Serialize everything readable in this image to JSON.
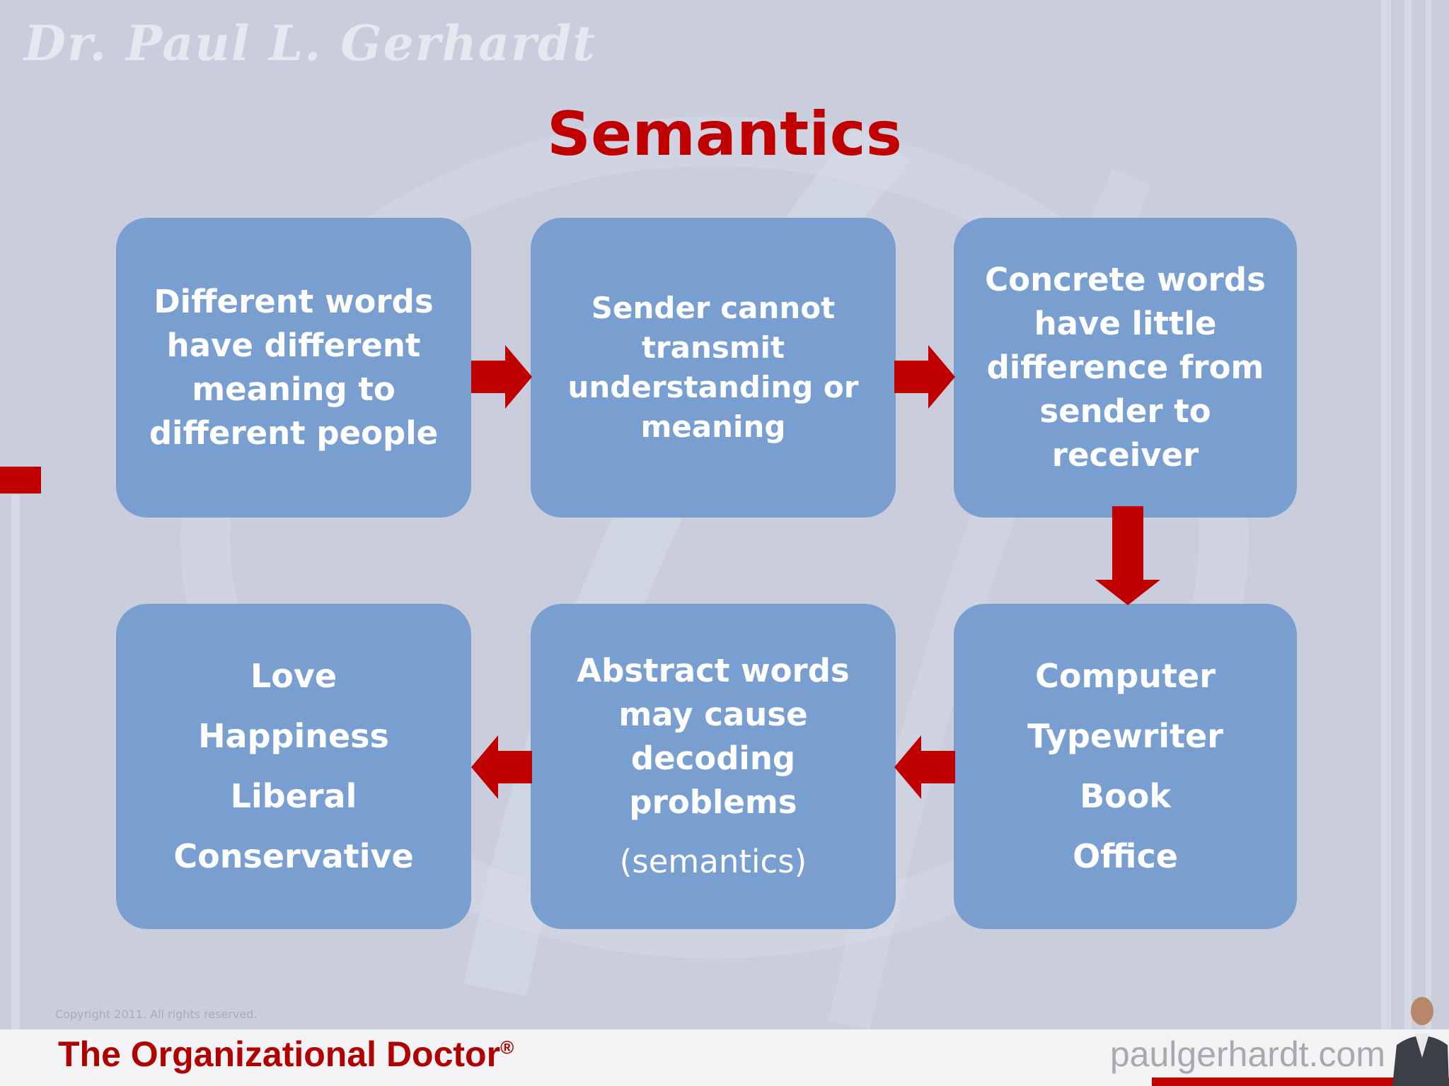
{
  "watermark": "Dr. Paul L. Gerhardt",
  "title": "Semantics",
  "boxes": {
    "box1": {
      "lines": [
        "Different words",
        "have different",
        "meaning to",
        "different people"
      ]
    },
    "box2": {
      "lines": [
        "Sender cannot",
        "transmit",
        "understanding or",
        "meaning"
      ]
    },
    "box3": {
      "lines": [
        "Concrete words",
        "have little",
        "difference from",
        "sender to receiver"
      ]
    },
    "box4": {
      "items": [
        "Computer",
        "Typewriter",
        "Book",
        "Office"
      ]
    },
    "box5": {
      "lines": [
        "Abstract words",
        "may cause",
        "decoding problems"
      ],
      "note": "(semantics)"
    },
    "box6": {
      "items": [
        "Love",
        "Happiness",
        "Liberal",
        "Conservative"
      ]
    }
  },
  "footer": {
    "copyright": "Copyright 2011. All rights reserved.",
    "brand": "The Organizational Doctor",
    "brand_mark": "®",
    "website": "paulgerhardt.com"
  },
  "colors": {
    "accent": "#c00000",
    "box_fill": "#789fcf",
    "background": "#c9cddc"
  }
}
